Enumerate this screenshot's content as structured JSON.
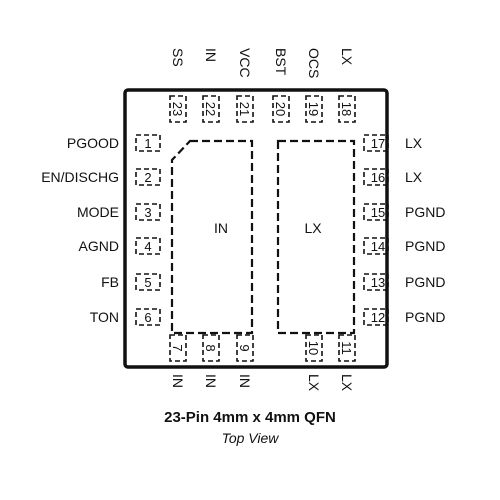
{
  "package": {
    "title": "23-Pin 4mm x 4mm QFN",
    "subtitle": "Top View"
  },
  "exposed_pads": [
    {
      "label": "IN"
    },
    {
      "label": "LX"
    }
  ],
  "pins": {
    "left": [
      {
        "num": "1",
        "name": "PGOOD"
      },
      {
        "num": "2",
        "name": "EN/DISCHG"
      },
      {
        "num": "3",
        "name": "MODE"
      },
      {
        "num": "4",
        "name": "AGND"
      },
      {
        "num": "5",
        "name": "FB"
      },
      {
        "num": "6",
        "name": "TON"
      }
    ],
    "bottom": [
      {
        "num": "7",
        "name": "IN"
      },
      {
        "num": "8",
        "name": "IN"
      },
      {
        "num": "9",
        "name": "IN"
      },
      {
        "num": "10",
        "name": "LX"
      },
      {
        "num": "11",
        "name": "LX"
      }
    ],
    "right": [
      {
        "num": "12",
        "name": "PGND"
      },
      {
        "num": "13",
        "name": "PGND"
      },
      {
        "num": "14",
        "name": "PGND"
      },
      {
        "num": "15",
        "name": "PGND"
      },
      {
        "num": "16",
        "name": "LX"
      },
      {
        "num": "17",
        "name": "LX"
      }
    ],
    "top": [
      {
        "num": "18",
        "name": "LX"
      },
      {
        "num": "19",
        "name": "OCS"
      },
      {
        "num": "20",
        "name": "BST"
      },
      {
        "num": "21",
        "name": "VCC"
      },
      {
        "num": "22",
        "name": "IN"
      },
      {
        "num": "23",
        "name": "SS"
      }
    ]
  }
}
